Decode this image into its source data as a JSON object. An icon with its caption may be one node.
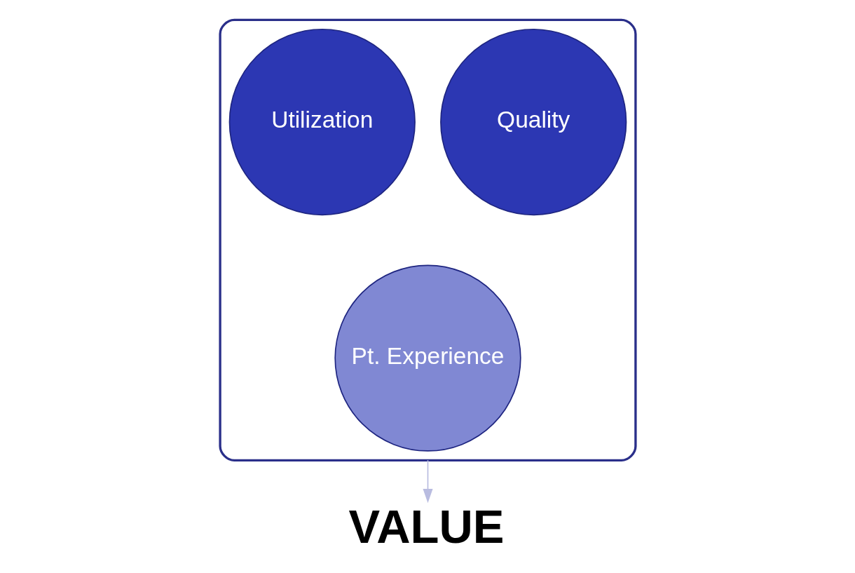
{
  "diagram": {
    "nodes": [
      {
        "text": [],
        "shape": "funnel"
      },
      {
        "text": [
          "Utilization"
        ],
        "in": 0
      },
      {
        "text": [
          "Quality"
        ],
        "in": 0
      },
      {
        "text": [
          "Pt. Experience"
        ],
        "in": 0
      },
      {
        "text": [
          "VALUE"
        ]
      }
    ],
    "edges": [
      {
        "from": 0,
        "to": 4,
        "arrow": "to",
        "color": "#b9bce0"
      }
    ]
  }
}
